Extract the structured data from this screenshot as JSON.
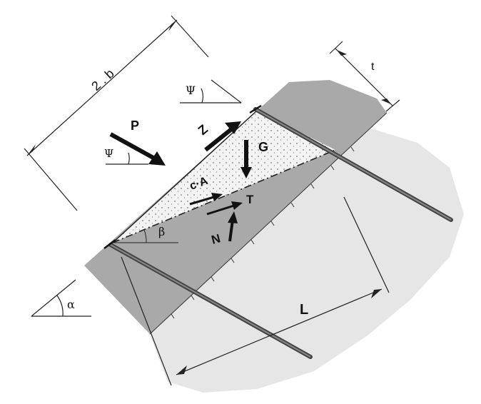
{
  "labels": {
    "width": "2 . b",
    "thickness": "t",
    "load": "P",
    "load_angle_1": "Ψ",
    "load_angle_2": "Ψ",
    "tension": "Z",
    "weight": "G",
    "cohesion": "c·A",
    "shear": "T",
    "normal": "N",
    "slip_angle": "β",
    "slope_angle": "α",
    "spacing": "L"
  },
  "colors": {
    "slope_layer": "#a9a9a9",
    "ground": "#e6e6e6",
    "wedge": "#f3f3f3",
    "ink": "#111111",
    "nail": "#555555"
  }
}
